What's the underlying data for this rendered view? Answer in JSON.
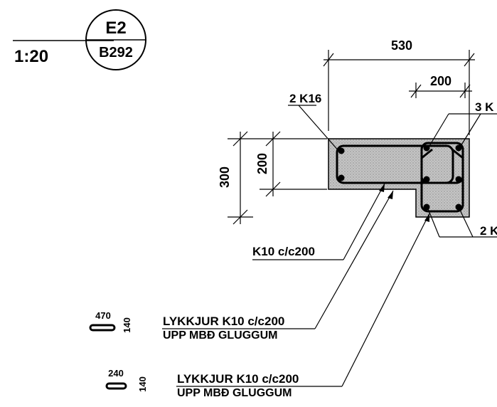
{
  "title_block": {
    "scale": "1:20",
    "section": "E2",
    "sheet": "B292"
  },
  "dimensions": {
    "total_width": "530",
    "right_width": "200",
    "total_height": "300",
    "top_height": "200"
  },
  "callouts": {
    "top_left_bars": "2 K16",
    "top_right_bars": "3 K",
    "bottom_right_bars": "2 K",
    "stirrup": "K10 c/c200"
  },
  "bending_schedule": [
    {
      "length": "470",
      "height": "140",
      "line1": "LYKKJUR K10 c/c200",
      "line2": "UPP MBÐ GLUGGUM"
    },
    {
      "length": "240",
      "height": "140",
      "line1": "LYKKJUR K10 c/c200",
      "line2": "UPP MBÐ GLUGGUM"
    }
  ]
}
